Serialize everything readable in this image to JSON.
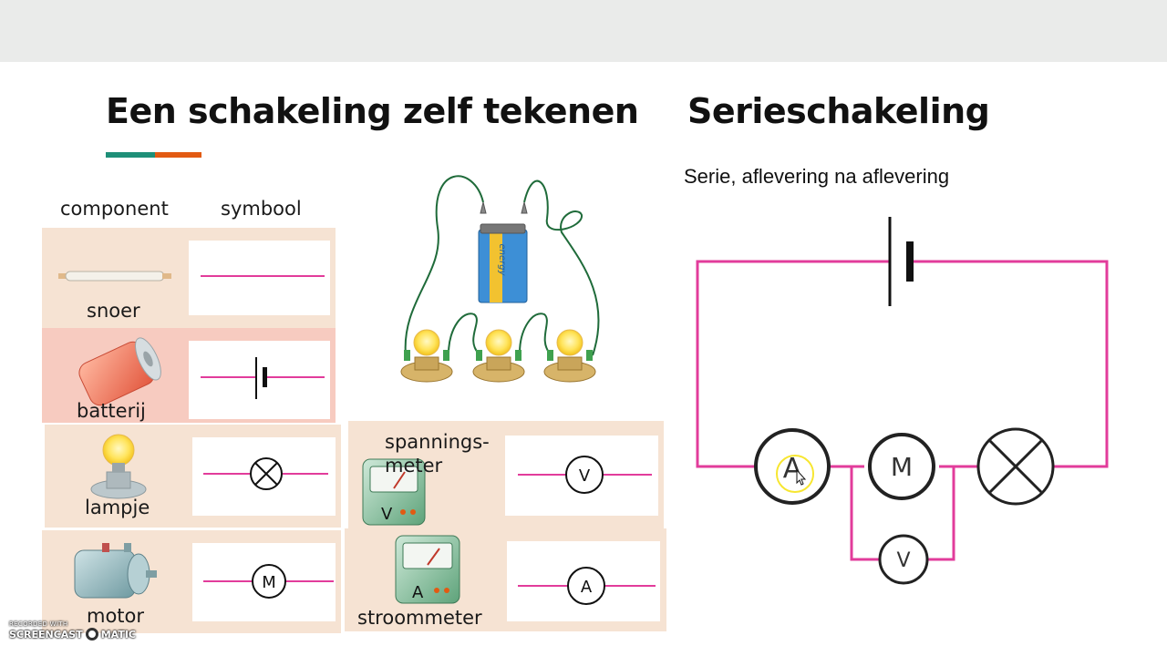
{
  "slide": {
    "left_title": "Een schakeling zelf tekenen",
    "right_title": "Serieschakeling",
    "subtitle": "Serie, aflevering na aflevering"
  },
  "table": {
    "header_component": "component",
    "header_symbol": "symbool",
    "rows": [
      {
        "component": "snoer"
      },
      {
        "component": "batterij"
      },
      {
        "component": "lampje"
      },
      {
        "component": "motor"
      },
      {
        "component": "spannings-\nmeter"
      },
      {
        "component": "stroommeter"
      }
    ]
  },
  "symbols": {
    "voltmeter": "V",
    "ammeter": "A",
    "motor": "M"
  },
  "illustration": {
    "battery_label": "energy"
  },
  "watermark": {
    "line1": "RECORDED WITH",
    "line2a": "SCREENCAST",
    "line2b": "MATIC"
  },
  "colors": {
    "wire": "#e23c9b",
    "accent_teal": "#1e8f78",
    "accent_orange": "#e25a12",
    "cell_tint": "#f6e3d3"
  }
}
